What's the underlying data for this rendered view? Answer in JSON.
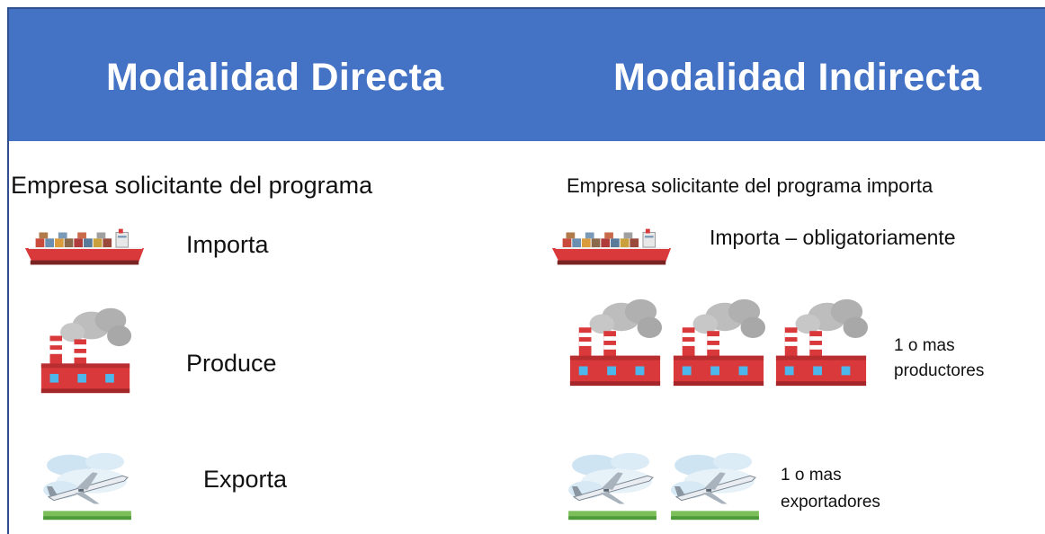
{
  "header": {
    "left_title": "Modalidad Directa",
    "right_title": "Modalidad Indirecta"
  },
  "left": {
    "subtitle": "Empresa solicitante del programa",
    "import_label": "Importa",
    "produce_label": "Produce",
    "export_label": "Exporta"
  },
  "right": {
    "subtitle": "Empresa solicitante del programa importa",
    "import_label": "Importa – obligatoriamente",
    "producers_line1": "1 o mas",
    "producers_line2": "productores",
    "exporters_line1": "1 o mas",
    "exporters_line2": "exportadores"
  },
  "icons": {
    "ship": "cargo-ship-icon",
    "factory": "factory-icon",
    "plane": "airplane-icon"
  },
  "colors": {
    "header": "#4472c4",
    "hull": "#d9393b",
    "factory": "#d9393b",
    "smoke": "#b5b5b5"
  }
}
